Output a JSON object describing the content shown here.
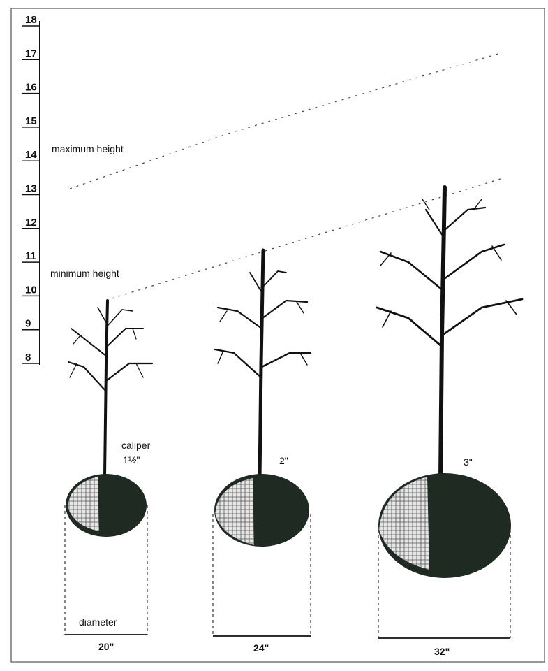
{
  "scale": {
    "ticks": [
      "18",
      "17",
      "16",
      "15",
      "14",
      "13",
      "12",
      "11",
      "10",
      "9",
      "8"
    ]
  },
  "labels": {
    "maximum_height": "maximum height",
    "minimum_height": "minimum height",
    "caliper": "caliper"
  },
  "trees": [
    {
      "caliper": "1½\"",
      "diameter": "20\""
    },
    {
      "caliper": "2\"",
      "diameter": "24\""
    },
    {
      "caliper": "3\"",
      "diameter": "32\""
    }
  ],
  "diameter_label": "diameter",
  "colors": {
    "ink": "#111111",
    "rootball": "#1f2a22",
    "burlap": "#d8d8d8"
  }
}
